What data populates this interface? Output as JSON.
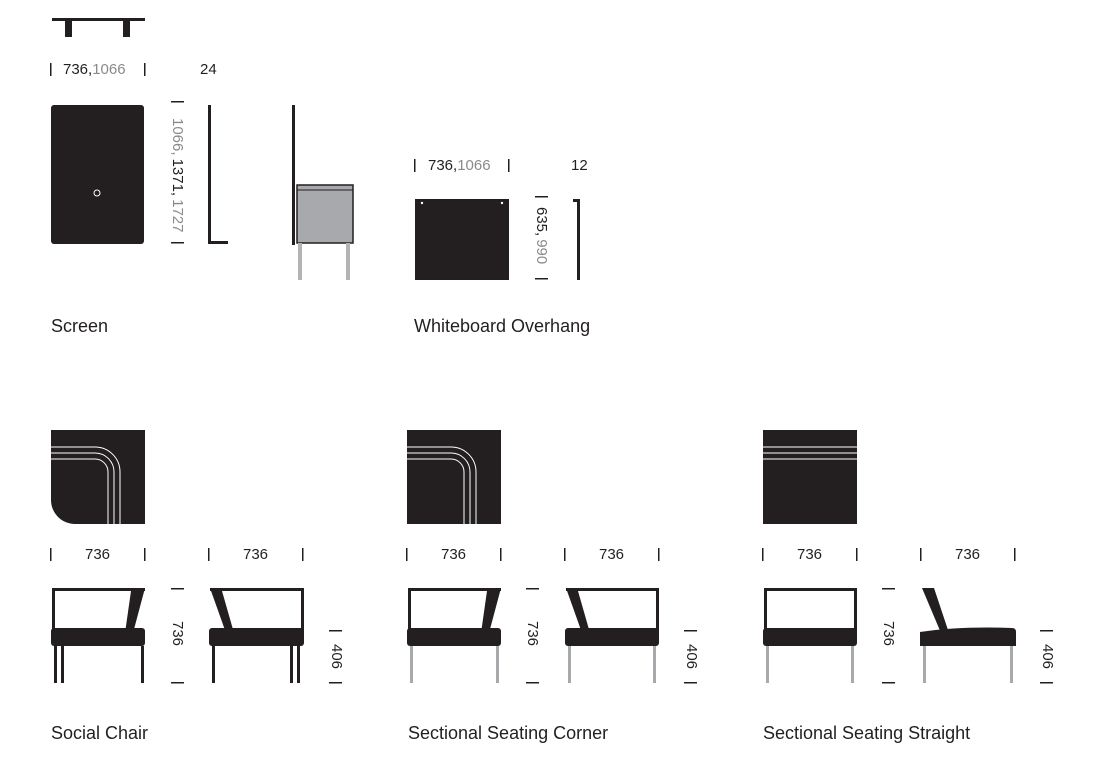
{
  "colors": {
    "ink": "#231f20",
    "muted": "#8a8a8a",
    "fill_grey": "#a7a9ac",
    "leg_grey": "#b3b3b3"
  },
  "screen": {
    "caption": "Screen",
    "width_dim": "736,",
    "width_dim_alt": "1066",
    "depth_dim": "24",
    "height_dim_alt_1": "1066,",
    "height_dim": "1371,",
    "height_dim_alt_2": "1727"
  },
  "whiteboard": {
    "caption": "Whiteboard Overhang",
    "width_dim": "736,",
    "width_dim_alt": "1066",
    "depth_dim": "12",
    "height_dim": "635,",
    "height_dim_alt": "990"
  },
  "social_chair": {
    "caption": "Social Chair",
    "front_width": "736",
    "side_width": "736",
    "height": "736",
    "seat_height": "406"
  },
  "corner": {
    "caption": "Sectional Seating Corner",
    "front_width": "736",
    "side_width": "736",
    "height": "736",
    "seat_height": "406"
  },
  "straight": {
    "caption": "Sectional Seating Straight",
    "front_width": "736",
    "side_width": "736",
    "height": "736",
    "seat_height": "406"
  }
}
